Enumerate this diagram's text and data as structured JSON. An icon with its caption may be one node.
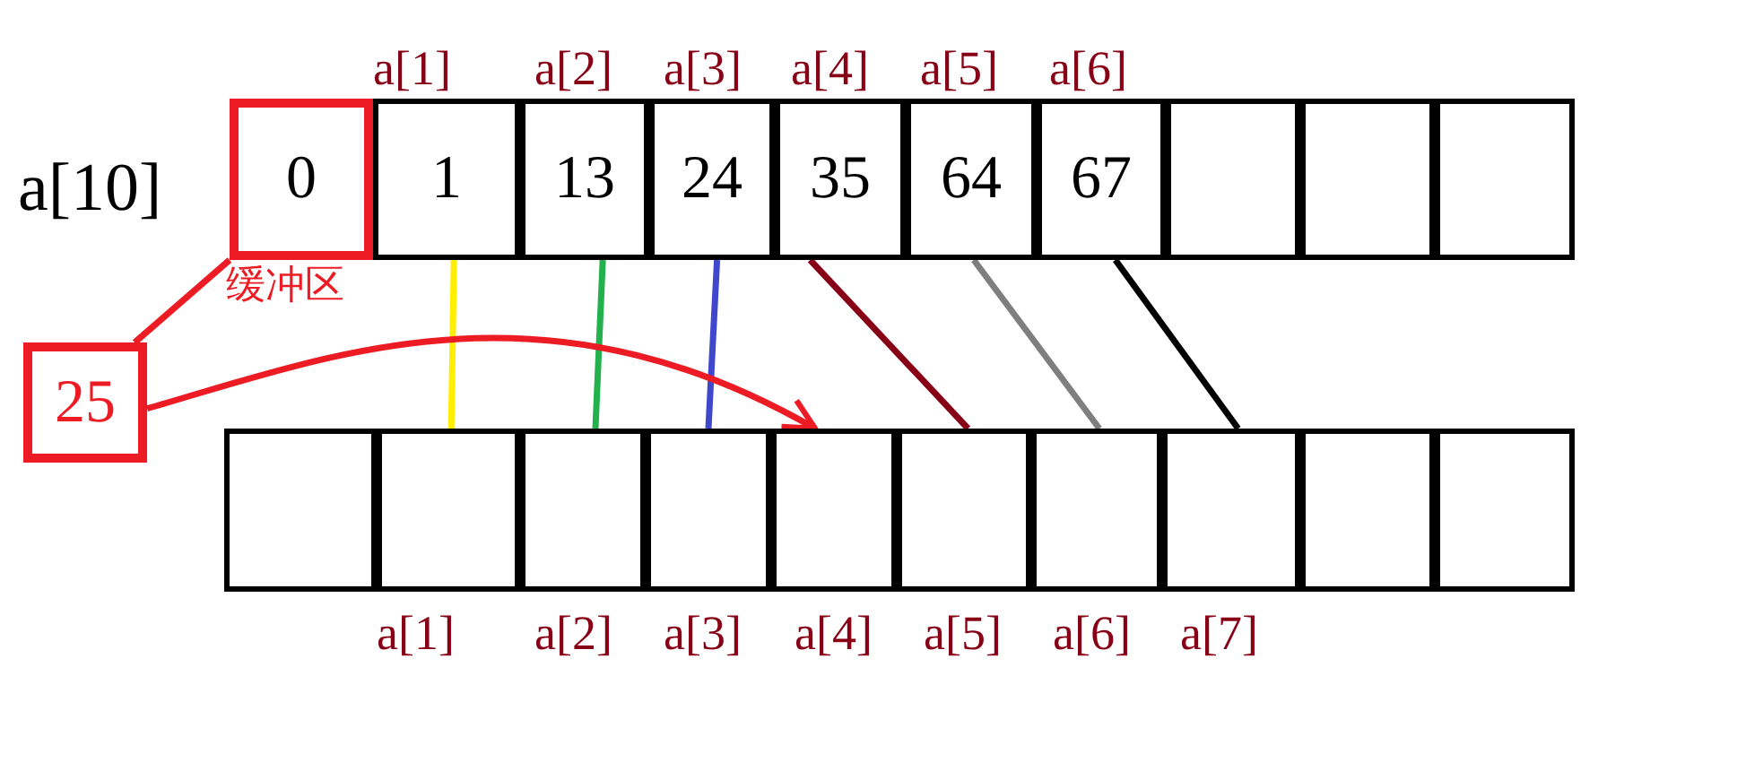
{
  "diagram": {
    "nodes": [
      {
        "text": [
          "0"
        ],
        "beside": [
          "缓冲区"
        ]
      },
      {
        "text": [
          "1"
        ]
      },
      {
        "text": [
          "13"
        ]
      },
      {
        "text": [
          "24"
        ]
      },
      {
        "text": [
          "35"
        ]
      },
      {
        "text": [
          "64"
        ]
      },
      {
        "text": [
          "67"
        ]
      },
      {
        "text": [],
        "shape": "box"
      },
      {
        "text": [],
        "shape": "box"
      },
      {
        "text": [],
        "shape": "box"
      },
      {
        "text": [],
        "shape": "box"
      },
      {
        "text": [],
        "shape": "box"
      },
      {
        "text": [],
        "shape": "box"
      },
      {
        "text": [],
        "shape": "box"
      },
      {
        "text": [],
        "shape": "box"
      },
      {
        "text": [],
        "shape": "box"
      },
      {
        "text": [],
        "shape": "box"
      },
      {
        "text": [],
        "shape": "box"
      },
      {
        "text": [],
        "shape": "box"
      },
      {
        "text": [],
        "shape": "box"
      },
      {
        "text": [
          "25"
        ]
      }
    ],
    "edges": [
      {
        "from": 1,
        "to": 11,
        "arrow": "none",
        "color": "#ffee00"
      },
      {
        "from": 2,
        "to": 12,
        "arrow": "none",
        "color": "#22b14c"
      },
      {
        "from": 3,
        "to": 13,
        "arrow": "none",
        "color": "#3f48cc"
      },
      {
        "from": 4,
        "to": 15,
        "arrow": "none",
        "color": "#880015"
      },
      {
        "from": 5,
        "to": 16,
        "arrow": "none",
        "color": "#7f7f7f"
      },
      {
        "from": 6,
        "to": 17,
        "arrow": "none",
        "color": "#000000"
      },
      {
        "from": 0,
        "to": 20,
        "arrow": "none",
        "color": "#ed1c24"
      },
      {
        "from": 20,
        "to": 14,
        "arrow": "to",
        "color": "#ed1c24"
      }
    ],
    "labels": [
      "a[1]",
      "a[2]",
      "a[3]",
      "a[4]",
      "a[5]",
      "a[6]",
      "a[10]",
      "a[1]",
      "a[2]",
      "a[3]",
      "a[4]",
      "a[5]",
      "a[6]",
      "a[7]"
    ]
  }
}
